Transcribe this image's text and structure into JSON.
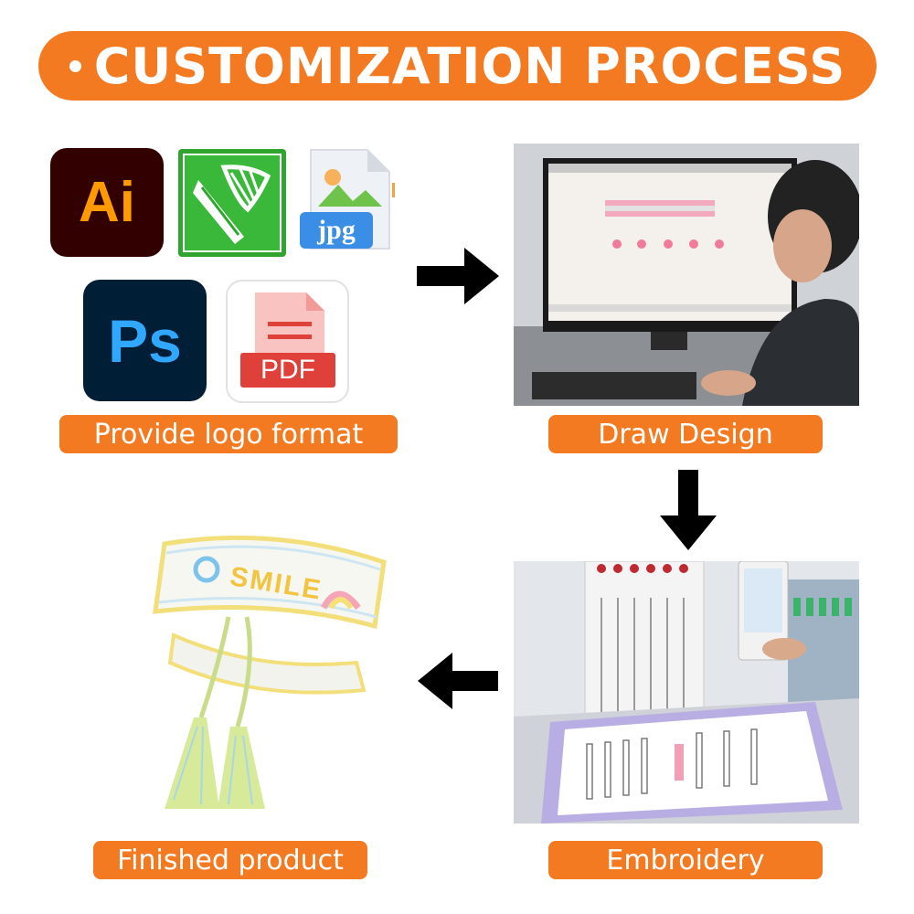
{
  "banner": {
    "title": "CUSTOMIZATION PROCESS"
  },
  "steps": [
    {
      "label": "Provide logo format"
    },
    {
      "label": "Draw Design"
    },
    {
      "label": "Embroidery"
    },
    {
      "label": "Finished product"
    }
  ],
  "formats": {
    "ai": {
      "text": "Ai",
      "icon": "adobe-illustrator-icon"
    },
    "coreldraw": {
      "icon": "coreldraw-icon"
    },
    "jpg": {
      "text": "jpg",
      "icon": "jpg-file-icon"
    },
    "ps": {
      "text": "Ps",
      "icon": "adobe-photoshop-icon"
    },
    "pdf": {
      "text": "PDF",
      "icon": "pdf-file-icon"
    }
  },
  "product": {
    "patch_text": "SMILE"
  },
  "colors": {
    "accent": "#f47a22",
    "ai_bg": "#330000",
    "ai_text": "#ff9a00",
    "ps_bg": "#001e36",
    "ps_text": "#31a8ff",
    "corel_green": "#2fa52f",
    "pdf_red": "#e0403a"
  }
}
